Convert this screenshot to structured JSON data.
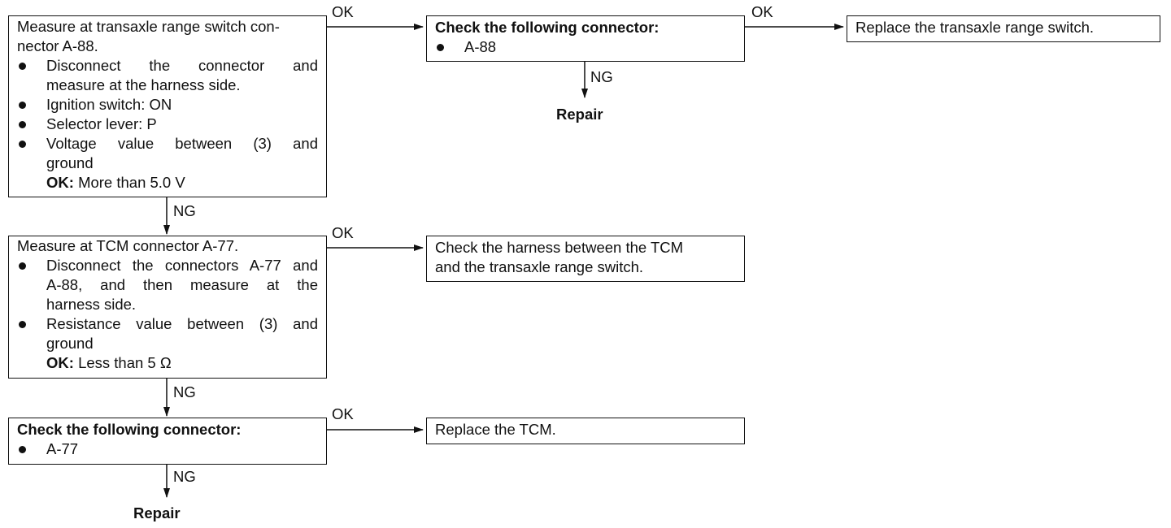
{
  "boxes": {
    "measure_a88": {
      "title_lines": [
        "Measure at transaxle range switch con-",
        "nector A-88."
      ],
      "bullets": [
        [
          "Disconnect the connector and",
          "measure at the harness side."
        ],
        [
          "Ignition switch: ON"
        ],
        [
          "Selector lever: P"
        ],
        [
          "Voltage value between (3) and",
          "ground"
        ]
      ],
      "ok_label": "OK:",
      "ok_value": "More than 5.0 V"
    },
    "check_a88": {
      "title": "Check the following connector:",
      "bullets": [
        "A-88"
      ]
    },
    "replace_switch": {
      "text": "Replace the transaxle range switch."
    },
    "measure_a77": {
      "title": "Measure at TCM connector A-77.",
      "bullets": [
        [
          "Disconnect the connectors A-77 and",
          "A-88, and then measure at the",
          "harness side."
        ],
        [
          "Resistance value between (3) and",
          "ground"
        ]
      ],
      "ok_label": "OK:",
      "ok_value": "Less than 5 Ω"
    },
    "check_harness": {
      "lines": [
        "Check the harness between the TCM",
        "and the transaxle range switch."
      ]
    },
    "check_a77": {
      "title": "Check the following connector:",
      "bullets": [
        "A-77"
      ]
    },
    "replace_tcm": {
      "text": "Replace the TCM."
    }
  },
  "labels": {
    "ok": "OK",
    "ng": "NG",
    "repair": "Repair"
  },
  "colors": {
    "line": "#111111",
    "background": "#ffffff"
  }
}
